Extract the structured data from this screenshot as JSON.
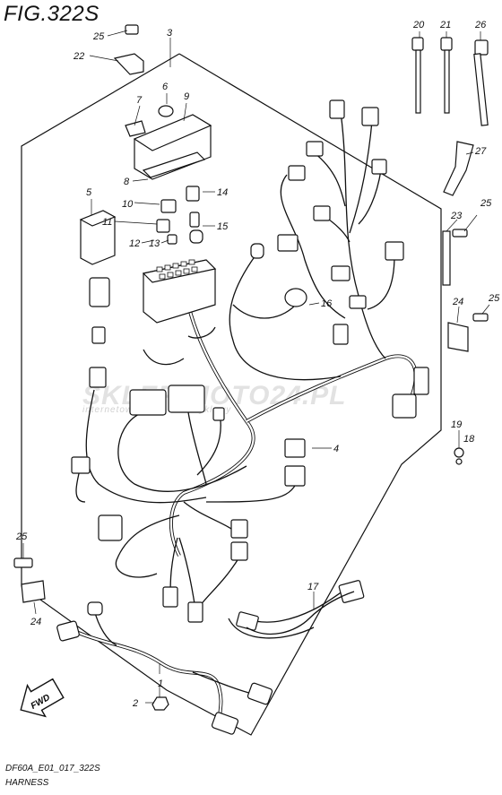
{
  "figure_title": "FIG.322S",
  "drawing_code": "DF60A_E01_017_322S",
  "caption": "HARNESS",
  "watermark": {
    "main": "SKLEP-MOTO24.PL",
    "sub": "internetowy sklep motocyklowy"
  },
  "fwd_label": "FWD",
  "callouts": [
    "1",
    "2",
    "3",
    "4",
    "5",
    "6",
    "7",
    "8",
    "9",
    "10",
    "11",
    "12",
    "13",
    "14",
    "15",
    "16",
    "17",
    "18",
    "19",
    "20",
    "21",
    "22",
    "23",
    "24",
    "25",
    "26",
    "27"
  ],
  "callout_labels": {
    "c1": "1",
    "c2": "2",
    "c3": "3",
    "c4": "4",
    "c5": "5",
    "c6": "6",
    "c7": "7",
    "c8": "8",
    "c9": "9",
    "c10": "10",
    "c11": "11",
    "c12": "12",
    "c13": "13",
    "c14": "14",
    "c15": "15",
    "c16": "16",
    "c17": "17",
    "c18": "18",
    "c19": "19",
    "c20": "20",
    "c21": "21",
    "c22": "22",
    "c23": "23",
    "c24a": "24",
    "c24b": "24",
    "c25a": "25",
    "c25b": "25",
    "c25c": "25",
    "c25d": "25",
    "c26": "26",
    "c27": "27"
  }
}
